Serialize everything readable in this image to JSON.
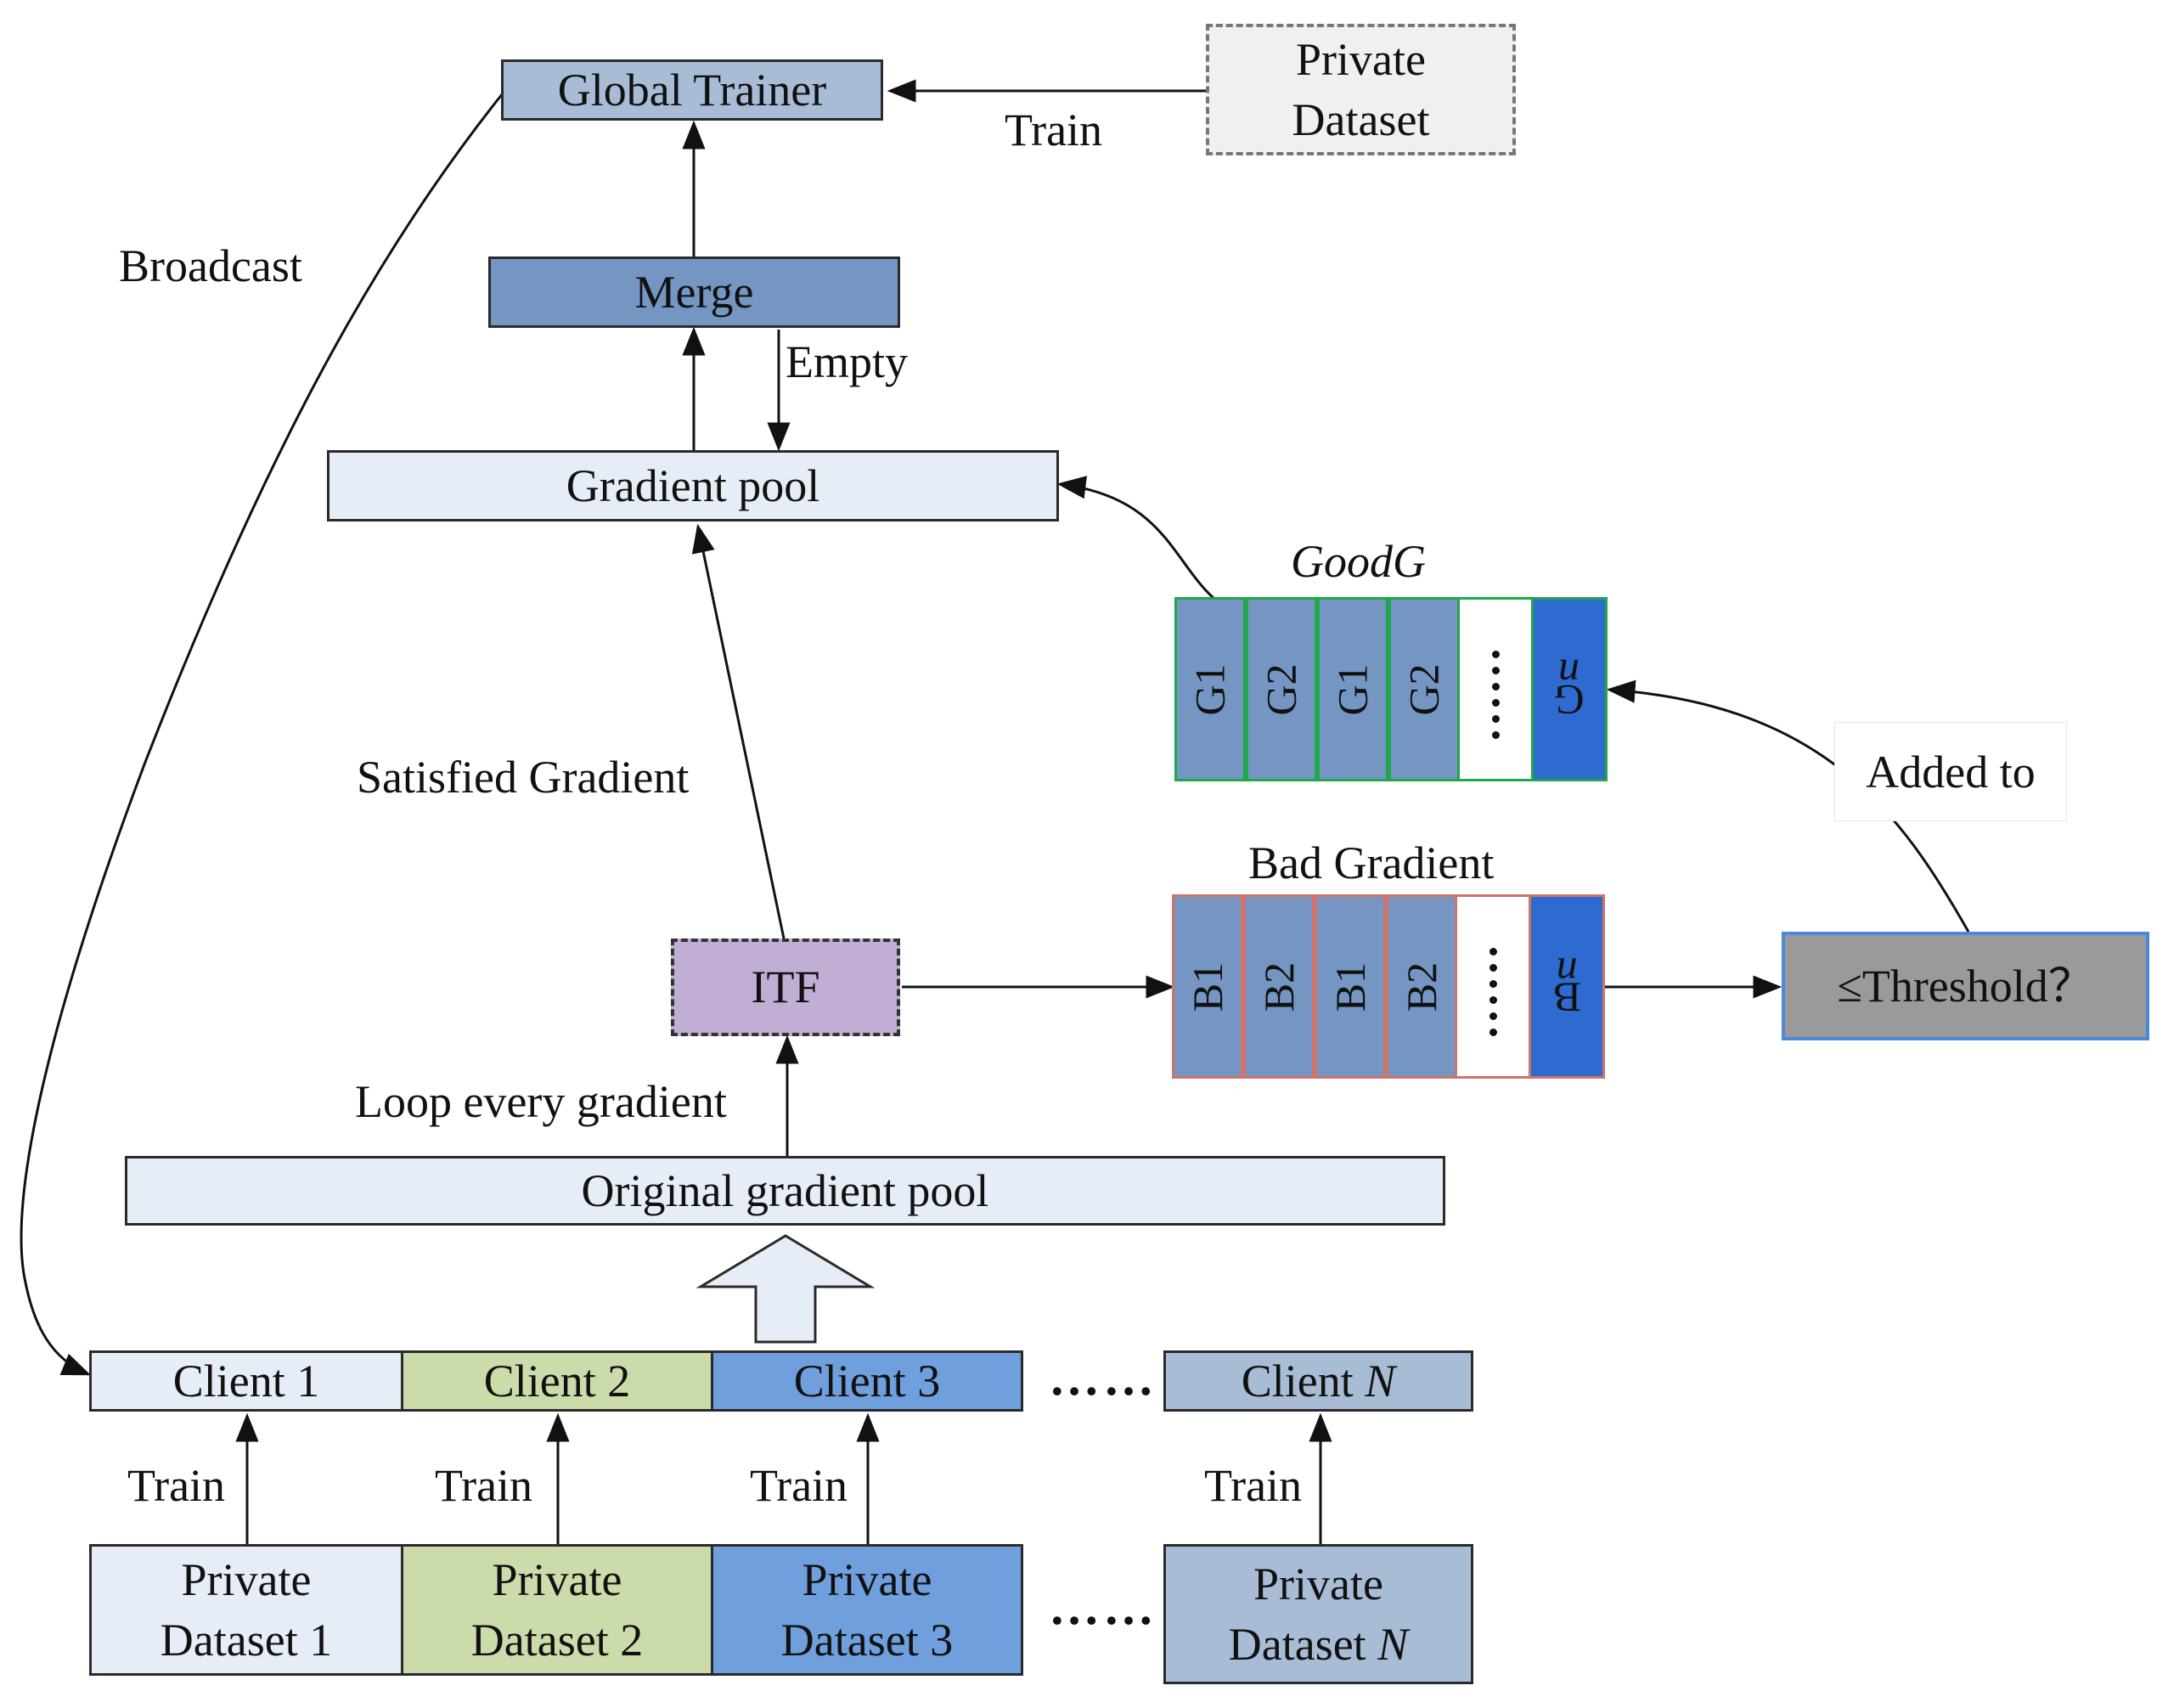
{
  "colors": {
    "light": "#e6edf7",
    "green": "#cbdcaa",
    "blue": "#6f9fdc",
    "grayblue": "#a9bcd6",
    "merge": "#7596c2",
    "cellfill": "#7596c2",
    "cellnew": "#2e6bd0",
    "itf": "#c0aed4",
    "threshold": "#9a9a9a",
    "green_border": "#1fa84a",
    "red_border": "#d0736a",
    "blue_border": "#4a88d8"
  },
  "top": {
    "global_trainer": "Global Trainer",
    "private_dataset_line1": "Private",
    "private_dataset_line2": "Dataset",
    "train_label": "Train",
    "merge": "Merge",
    "empty_label": "Empty",
    "broadcast_label": "Broadcast"
  },
  "middle": {
    "gradient_pool": "Gradient pool",
    "satisfied_label": "Satisfied Gradient",
    "itf": "ITF",
    "loop_label": "Loop every gradient",
    "original_pool": "Original gradient pool"
  },
  "good": {
    "title": "GoodG",
    "cells": [
      "G1",
      "G2",
      "G1",
      "G2"
    ],
    "last_prefix": "G",
    "last_suffix": "n",
    "added_label": "Added to"
  },
  "bad": {
    "title": "Bad Gradient",
    "cells": [
      "B1",
      "B2",
      "B1",
      "B2"
    ],
    "last_prefix": "B",
    "last_suffix": "n",
    "threshold": "≤Threshold？"
  },
  "clients": {
    "c1": "Client 1",
    "c2": "Client 2",
    "c3": "Client 3",
    "cn_prefix": "Client ",
    "cn_suffix": "N",
    "dots": "……",
    "train_label": "Train"
  },
  "datasets": {
    "d1_line1": "Private",
    "d1_line2": "Dataset 1",
    "d2_line1": "Private",
    "d2_line2": "Dataset 2",
    "d3_line1": "Private",
    "d3_line2": "Dataset 3",
    "dn_line1": "Private",
    "dn_line2_prefix": "Dataset ",
    "dn_line2_suffix": "N",
    "dots": "……"
  }
}
